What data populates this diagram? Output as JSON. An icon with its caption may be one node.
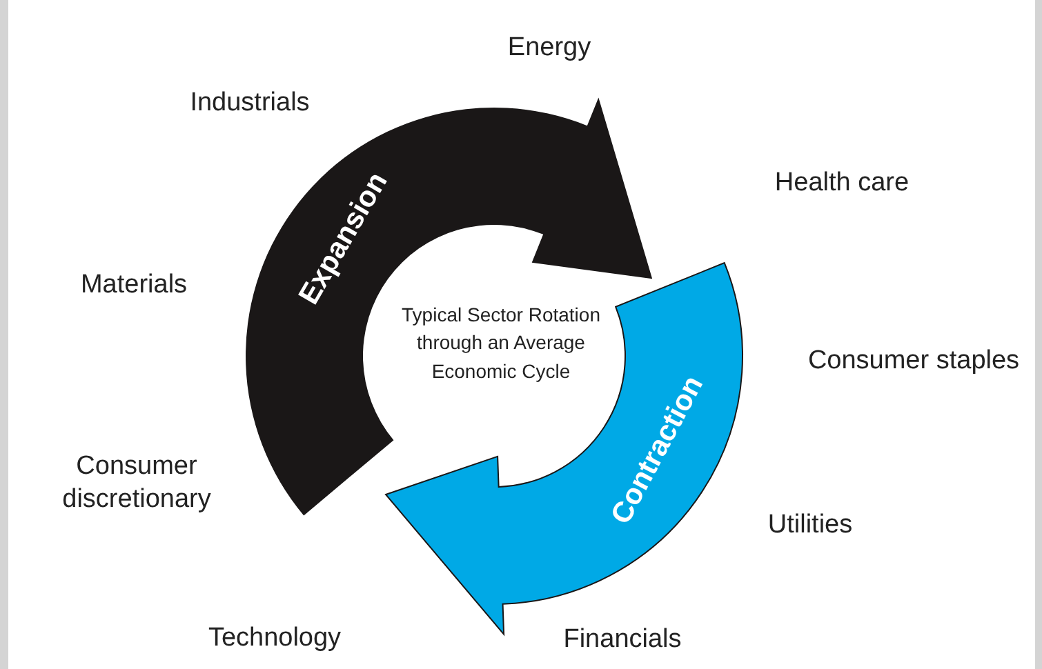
{
  "diagram": {
    "nodes": [
      {
        "text": [
          "Expansion"
        ]
      },
      {
        "text": [
          "Contraction"
        ]
      },
      {
        "text": [
          "Typical Sector Rotation through an Average Economic Cycle"
        ]
      }
    ],
    "labels": [
      "Energy",
      "Industrials",
      "Health care",
      "Materials",
      "Consumer staples",
      "Consumer discretionary",
      "Utilities",
      "Technology",
      "Financials"
    ]
  }
}
